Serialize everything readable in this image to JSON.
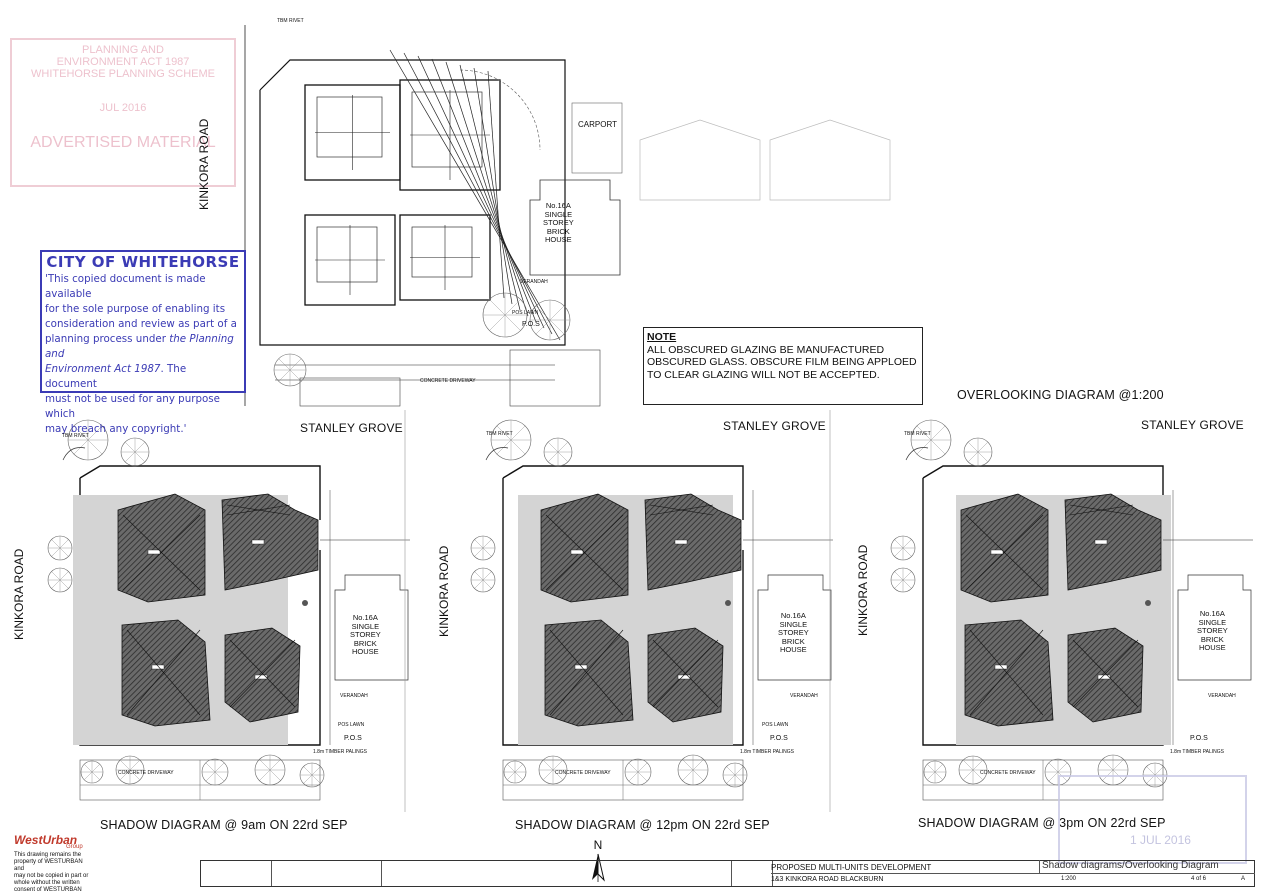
{
  "stamp": {
    "title": "CITY OF WHITEHORSE",
    "line1": "'This copied document is made available",
    "line2": "for the sole purpose of enabling its",
    "line3": "consideration and review as part of a",
    "line4_pre": "planning process under ",
    "line4_it": "the Planning and",
    "line5_it": "Environment Act 1987",
    "line5_post": ". The document",
    "line6": "must not be used for any purpose which",
    "line7": "may breach any copyright.'"
  },
  "faded_stamp": {
    "line1": "PLANNING AND",
    "line2": "ENVIRONMENT ACT 1987",
    "line3": "WHITEHORSE PLANNING SCHEME",
    "line4": "JUL 2016",
    "line5": "ADVERTISED MATERIAL"
  },
  "note": {
    "title": "NOTE",
    "text": "ALL OBSCURED GLAZING BE MANUFACTURED\nOBSCURED GLASS. OBSCURE FILM BEING APPLOED\nTO CLEAR GLAZING WILL NOT BE ACCEPTED."
  },
  "overlooking_caption": "OVERLOOKING DIAGRAM  @1:200",
  "street": "STANLEY GROVE",
  "road": "KINKORA ROAD",
  "house": {
    "line1": "No.16A",
    "line2": "SINGLE",
    "line3": "STOREY",
    "line4": "BRICK",
    "line5": "HOUSE"
  },
  "carport": "CARPORT",
  "labels": {
    "pos": "P.O.S",
    "pos_lawn": "POS   LAWN",
    "verandah": "VERANDAH",
    "concrete_driveway": "CONCRETE   DRIVEWAY",
    "fence": "1.8m  TIMBER  PALINGS",
    "tbm": "TBM RIVET"
  },
  "shadow_captions": [
    "SHADOW DIAGRAM @ 9am ON 22rd SEP",
    "SHADOW DIAGRAM @ 12pm ON 22rd SEP",
    "SHADOW DIAGRAM @ 3pm ON 22rd SEP"
  ],
  "logo": {
    "name": "WestUrban",
    "group": "Group",
    "disclaimer1": "This drawing remains the",
    "disclaimer2": "property of WESTURBAN and",
    "disclaimer3": "may not be copied in part or",
    "disclaimer4": "whole without the written",
    "disclaimer5": "consent of WESTURBAN"
  },
  "north": "N",
  "title_block": {
    "project": "PROPOSED MULTI-UNITS DEVELOPMENT",
    "address": "1&3 KINKORA ROAD BLACKBURN",
    "drawing_title": "Shadow diagrams/Overlooking Diagram",
    "scale": "1:200",
    "sheet": "4 of 6",
    "rev": "A"
  },
  "date_stamp": "1 JUL 2016",
  "colors": {
    "stamp_blue": "#3b3bb5",
    "logo_red": "#c0392b",
    "shadow_gray": "#d4d4d4",
    "roof_hatch": "#555555"
  }
}
